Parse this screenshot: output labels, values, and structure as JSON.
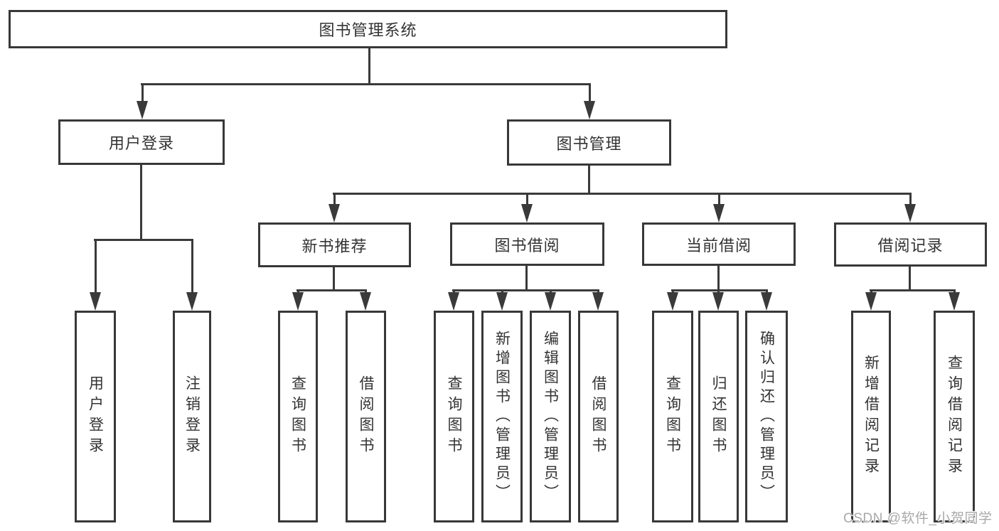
{
  "diagram": {
    "root": {
      "label": "图书管理系统",
      "children": [
        {
          "label": "用户登录",
          "children": [
            {
              "label": "用户登录"
            },
            {
              "label": "注销登录"
            }
          ]
        },
        {
          "label": "图书管理",
          "children": [
            {
              "label": "新书推荐",
              "children": [
                {
                  "label": "查询图书"
                },
                {
                  "label": "借阅图书"
                }
              ]
            },
            {
              "label": "图书借阅",
              "children": [
                {
                  "label": "查询图书"
                },
                {
                  "label": "新增图书（管理员）"
                },
                {
                  "label": "编辑图书（管理员）"
                },
                {
                  "label": "借阅图书"
                }
              ]
            },
            {
              "label": "当前借阅",
              "children": [
                {
                  "label": "查询图书"
                },
                {
                  "label": "归还图书"
                },
                {
                  "label": "确认归还（管理员）"
                }
              ]
            },
            {
              "label": "借阅记录",
              "children": [
                {
                  "label": "新增借阅记录"
                },
                {
                  "label": "查询借阅记录"
                }
              ]
            }
          ]
        }
      ]
    }
  },
  "watermark": "CSDN @软件_小贺同学",
  "colors": {
    "line": "#3a3a3a",
    "text": "#333333",
    "watermark": "#a9a9a9",
    "background": "#ffffff"
  }
}
